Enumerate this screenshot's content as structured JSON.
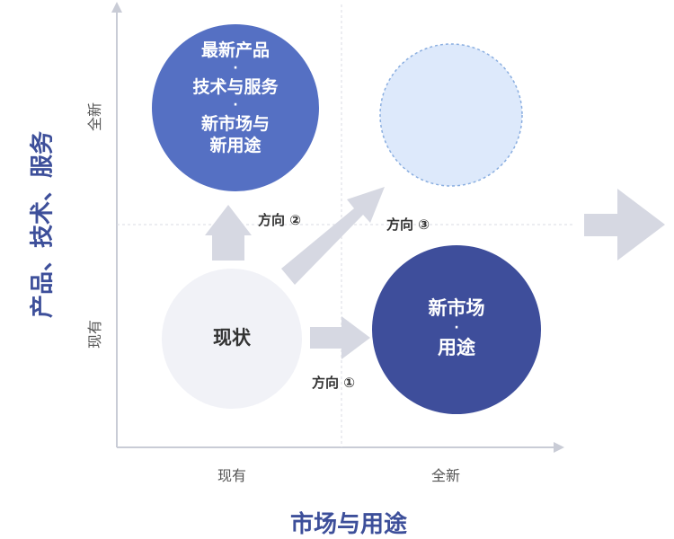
{
  "axes": {
    "x_title": "市场与用途",
    "y_title": "产品、技术、服务",
    "x_ticks": [
      "现有",
      "全新"
    ],
    "y_ticks": [
      "现有",
      "全新"
    ]
  },
  "nodes": {
    "current": {
      "label": "现状",
      "color": "#f1f2f7"
    },
    "top_left": {
      "lines": [
        "最新产品",
        "·",
        "技术与服务",
        "·",
        "新市场与",
        "新用途"
      ],
      "color": "#5570c3"
    },
    "top_right": {
      "color": "#dde9fb"
    },
    "bottom_right": {
      "lines": [
        "新市场",
        "·",
        "用途"
      ],
      "color": "#3e4e9b"
    }
  },
  "directions": {
    "d1": "方向 ①",
    "d2": "方向 ②",
    "d3": "方向 ③"
  },
  "colors": {
    "arrow": "#d6d8e2",
    "axis": "#c9ccd6",
    "title": "#3d4f9a"
  }
}
